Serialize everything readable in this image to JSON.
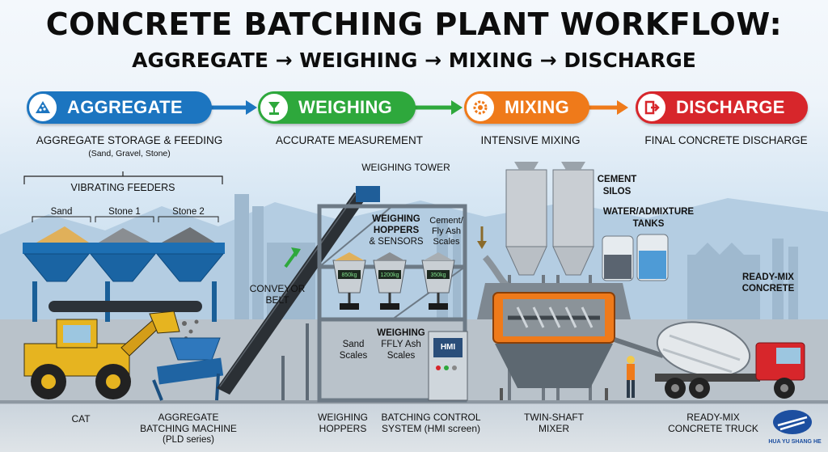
{
  "title": "CONCRETE BATCHING PLANT WORKFLOW:",
  "subtitle": "AGGREGATE → WEIGHING → MIXING → DISCHARGE",
  "steps": [
    {
      "label": "AGGREGATE",
      "caption": "AGGREGATE STORAGE & FEEDING",
      "note": "(Sand, Gravel, Stone)",
      "color": "#1c75c0"
    },
    {
      "label": "WEIGHING",
      "caption": "ACCURATE MEASUREMENT",
      "color": "#2ea83c"
    },
    {
      "label": "MIXING",
      "caption": "INTENSIVE MIXING",
      "color": "#ef7a1a"
    },
    {
      "label": "DISCHARGE",
      "caption": "FINAL CONCRETE DISCHARGE",
      "color": "#d7262b"
    }
  ],
  "labels": {
    "vibrating_feeders": "VIBRATING FEEDERS",
    "sand": "Sand",
    "stone1": "Stone 1",
    "stone2": "Stone 2",
    "conveyor_1": "CONVEYOR",
    "conveyor_2": "BELT",
    "weighing_tower": "WEIGHING TOWER",
    "weighing_hoppers_1": "WEIGHING",
    "weighing_hoppers_2": "HOPPERS",
    "weighing_hoppers_3": "& SENSORS",
    "cement_scales_1": "Cement/",
    "cement_scales_2": "Fly Ash",
    "cement_scales_3": "Scales",
    "cement_silos_1": "CEMENT",
    "cement_silos_2": "SILOS",
    "water_tanks_1": "WATER/ADMIXTURE",
    "water_tanks_2": "TANKS",
    "ready_mix_1": "READY-MIX",
    "ready_mix_2": "CONCRETE",
    "sand_scales_1": "Sand",
    "sand_scales_2": "Scales",
    "fly_ash_1": "WEIGHING",
    "fly_ash_2": "FFLY Ash",
    "fly_ash_3": "Scales",
    "hmi": "HMI",
    "kg1": "850kg",
    "kg2": "1200kg",
    "kg3": "350kg"
  },
  "bottom": {
    "cat": "CAT",
    "abm_1": "AGGREGATE",
    "abm_2": "BATCHING MACHINE",
    "abm_3": "(PLD series)",
    "wh_1": "WEIGHING",
    "wh_2": "HOPPERS",
    "bcs_1": "BATCHING CONTROL",
    "bcs_2": "SYSTEM (HMI screen)",
    "ts_1": "TWIN-SHAFT",
    "ts_2": "MIXER",
    "rmt_1": "READY-MIX",
    "rmt_2": "CONCRETE TRUCK"
  },
  "brand": "HUA YU SHANG HE"
}
